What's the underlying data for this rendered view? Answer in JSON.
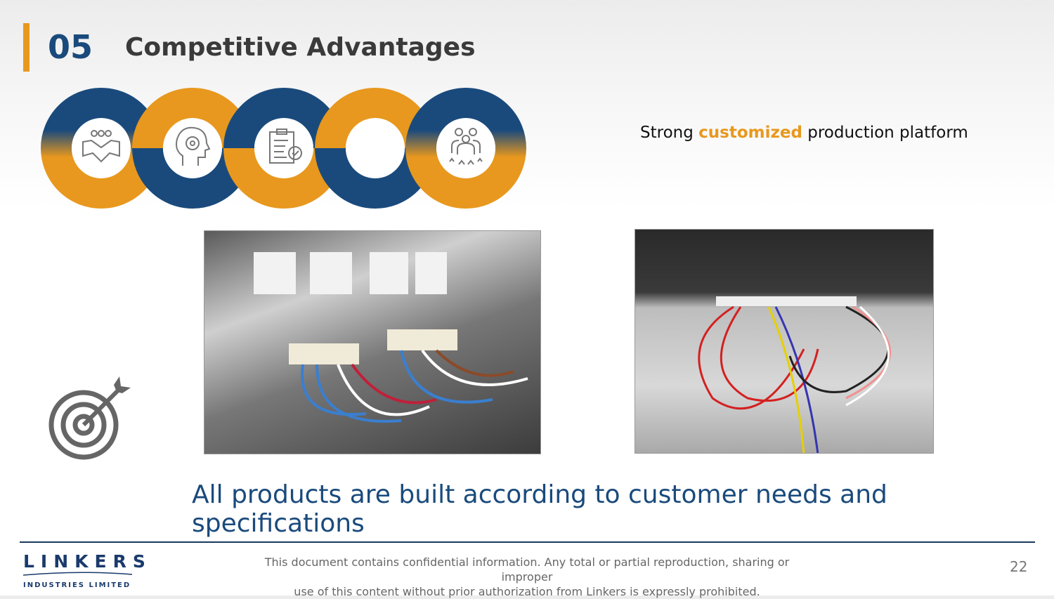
{
  "header": {
    "section_number": "05",
    "title": "Competitive Advantages"
  },
  "subtitle": {
    "prefix": "Strong ",
    "highlight": "customized",
    "suffix": " production platform"
  },
  "rings": {
    "icons": [
      "handshake-team-icon",
      "head-gear-icon",
      "clipboard-check-icon",
      "",
      "team-rating-stars-icon"
    ]
  },
  "tagline": "All products are built according to customer needs and specifications",
  "footer": {
    "logo_main": "LINKERS",
    "logo_sub": "INDUSTRIES LIMITED",
    "disclaimer_line1": "This document contains confidential information. Any total or partial reproduction, sharing or improper",
    "disclaimer_line2": "use of this content without prior authorization from Linkers is expressly prohibited.",
    "page_number": "22"
  },
  "colors": {
    "blue": "#1a4a7c",
    "orange": "#e8981e"
  }
}
